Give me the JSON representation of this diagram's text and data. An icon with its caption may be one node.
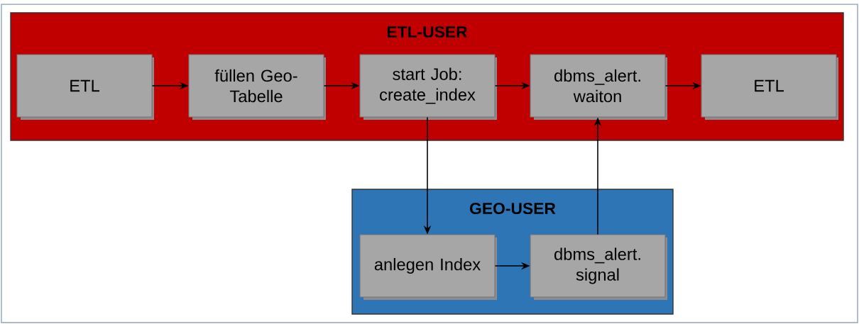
{
  "diagram": {
    "nodes": [
      {
        "text": [
          "ETL-USER"
        ]
      },
      {
        "text": [
          "ETL"
        ],
        "in": 0
      },
      {
        "text": [
          "füllen Geo-Tabelle"
        ],
        "in": 0
      },
      {
        "text": [
          "start Job: create_index"
        ],
        "in": 0
      },
      {
        "text": [
          "dbms_alert. waiton"
        ],
        "in": 0
      },
      {
        "text": [
          "ETL"
        ],
        "in": 0
      },
      {
        "text": [
          "GEO-USER"
        ]
      },
      {
        "text": [
          "anlegen Index"
        ],
        "in": 6
      },
      {
        "text": [
          "dbms_alert. signal"
        ],
        "in": 6
      }
    ],
    "edges": [
      {
        "from": 1,
        "to": 2,
        "arrow": "to"
      },
      {
        "from": 2,
        "to": 3,
        "arrow": "to"
      },
      {
        "from": 3,
        "to": 4,
        "arrow": "to"
      },
      {
        "from": 4,
        "to": 5,
        "arrow": "to"
      },
      {
        "from": 3,
        "to": 7,
        "arrow": "to"
      },
      {
        "from": 7,
        "to": 8,
        "arrow": "to"
      },
      {
        "from": 8,
        "to": 4,
        "arrow": "to"
      }
    ]
  }
}
